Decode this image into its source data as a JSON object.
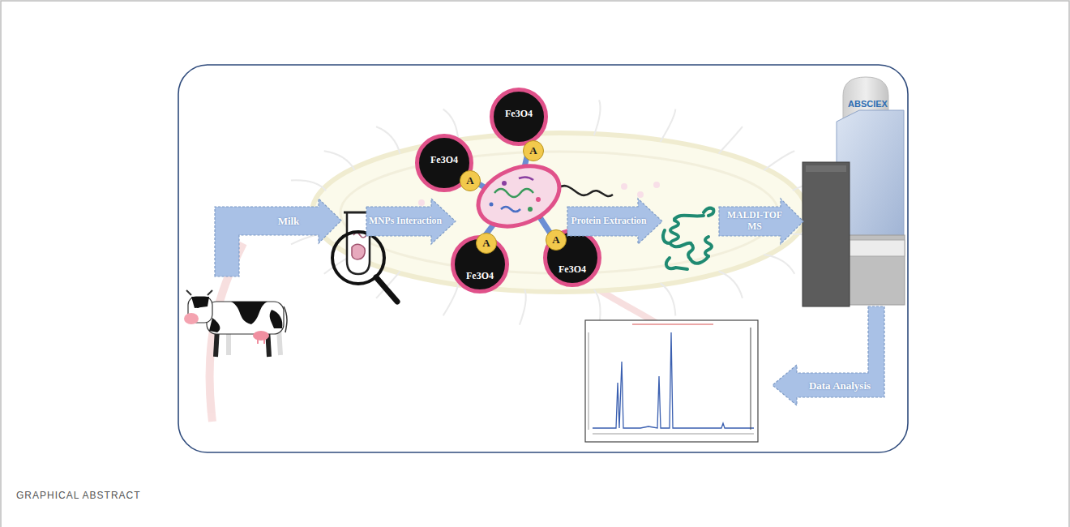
{
  "diagram": {
    "caption": "GRAPHICAL ABSTRACT",
    "nodes": [
      {
        "text": [
          "Milk"
        ]
      },
      {
        "text": [
          "MNPs Interaction"
        ]
      },
      {
        "text": [
          "Fe3O4"
        ]
      },
      {
        "text": [
          "A"
        ],
        "in": 2
      },
      {
        "text": [
          "Fe3O4"
        ]
      },
      {
        "text": [
          "A"
        ],
        "in": 4
      },
      {
        "text": [
          "Fe3O4"
        ]
      },
      {
        "text": [
          "A"
        ],
        "in": 6
      },
      {
        "text": [
          "Fe3O4"
        ]
      },
      {
        "text": [
          "A"
        ],
        "in": 8
      },
      {
        "text": [
          "Protein Extraction"
        ]
      },
      {
        "text": [
          "MALDI-TOF MS"
        ]
      },
      {
        "text": [
          "Data Analysis"
        ]
      }
    ],
    "labels": [
      "ABSCIEX"
    ]
  }
}
